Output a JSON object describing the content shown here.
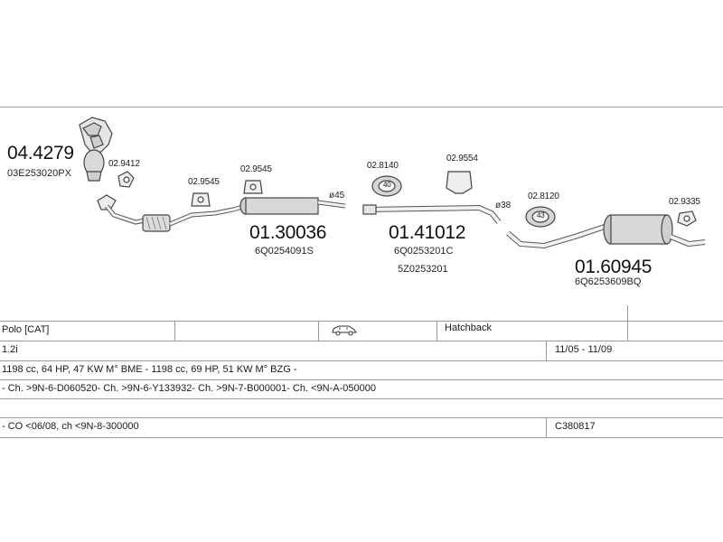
{
  "parts": {
    "manifold_main": "04.4279",
    "manifold_oem": "03E253020PX",
    "clamp_1": "02.9412",
    "mount_1": "02.9545",
    "mount_2": "02.9545",
    "front_silencer_main": "01.30036",
    "front_silencer_oem": "6Q0254091S",
    "front_diameter": "ø45",
    "ring_1": "02.8140",
    "ring_1_label": "40",
    "mount_3": "02.9554",
    "middle_silencer_main": "01.41012",
    "middle_silencer_oem_1": "6Q0253201C",
    "middle_silencer_oem_2": "5Z0253201",
    "middle_diameter": "ø38",
    "ring_2": "02.8120",
    "ring_2_label": "43",
    "clamp_2": "02.9335",
    "rear_silencer_main": "01.60945",
    "rear_silencer_oem": "6Q6253609BQ"
  },
  "vehicle": {
    "model": "Polo  [CAT]",
    "car_icon": "hatchback-car-icon",
    "body": "Hatchback",
    "engine": "1.2i",
    "period": "11/05 - 11/09",
    "engine_details": "1198 cc, 64 HP, 47 KW M° BME -  1198 cc, 69 HP, 51 KW M° BZG -",
    "chassis": "- Ch. >9N-6-D060520- Ch. >9N-6-Y133932- Ch. >9N-7-B000001- Ch. <9N-A-050000",
    "remark": "- CO <06/08, ch <9N-8-300000",
    "code": "C380817"
  },
  "colors": {
    "line": "#9a9a9a",
    "part": "#555555",
    "text": "#1a1a1a"
  }
}
